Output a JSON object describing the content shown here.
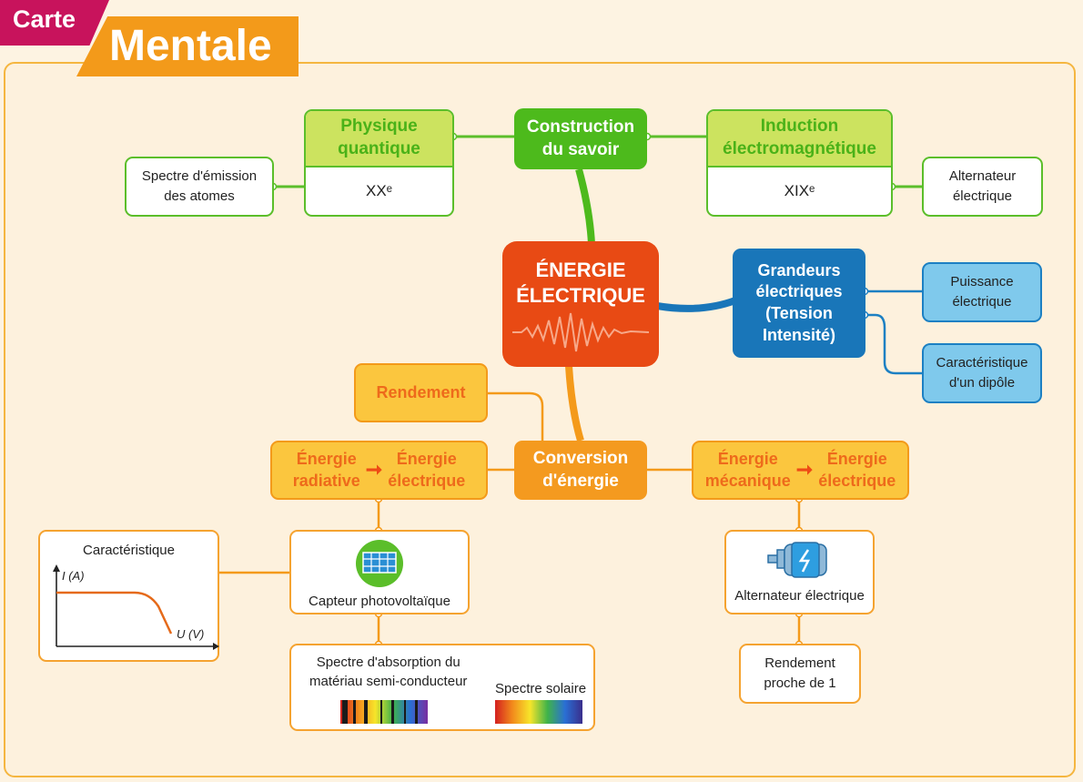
{
  "header": {
    "badge_small": "Carte",
    "badge_large": "Mentale"
  },
  "center": {
    "line1": "ÉNERGIE",
    "line2": "ÉLECTRIQUE"
  },
  "construction": {
    "title_line1": "Construction",
    "title_line2": "du savoir",
    "quantum": {
      "title_line1": "Physique",
      "title_line2": "quantique",
      "period": "XXᵉ"
    },
    "emission": {
      "line1": "Spectre d'émission",
      "line2": "des atomes"
    },
    "induction": {
      "title_line1": "Induction",
      "title_line2": "électromagnétique",
      "period": "XIXᵉ"
    },
    "alternator_hist": {
      "line1": "Alternateur",
      "line2": "électrique"
    }
  },
  "quantities": {
    "title_line1": "Grandeurs",
    "title_line2": "électriques",
    "title_line3": "(Tension",
    "title_line4": "Intensité)",
    "power": {
      "line1": "Puissance",
      "line2": "électrique"
    },
    "characteristic": {
      "line1": "Caractéristique",
      "line2": "d'un dipôle"
    }
  },
  "conversion": {
    "title_line1": "Conversion",
    "title_line2": "d'énergie",
    "efficiency": "Rendement",
    "radiative": {
      "from_line1": "Énergie",
      "from_line2": "radiative",
      "to_line1": "Énergie",
      "to_line2": "électrique"
    },
    "mechanical": {
      "from_line1": "Énergie",
      "from_line2": "mécanique",
      "to_line1": "Énergie",
      "to_line2": "électrique"
    },
    "photovoltaic_sensor": "Capteur photovoltaïque",
    "characteristic_chart": {
      "title": "Caractéristique",
      "y_label": "I (A)",
      "x_label": "U (V)"
    },
    "absorption": {
      "line1": "Spectre d'absorption du",
      "line2": "matériau semi-conducteur",
      "solar": "Spectre solaire"
    },
    "alternator": "Alternateur électrique",
    "near_one": {
      "line1": "Rendement",
      "line2": "proche de 1"
    }
  },
  "colors": {
    "green": "#4dba1c",
    "orange": "#f49a1a",
    "red": "#e84a14",
    "blue": "#1976b9",
    "pink": "#c8135c"
  }
}
